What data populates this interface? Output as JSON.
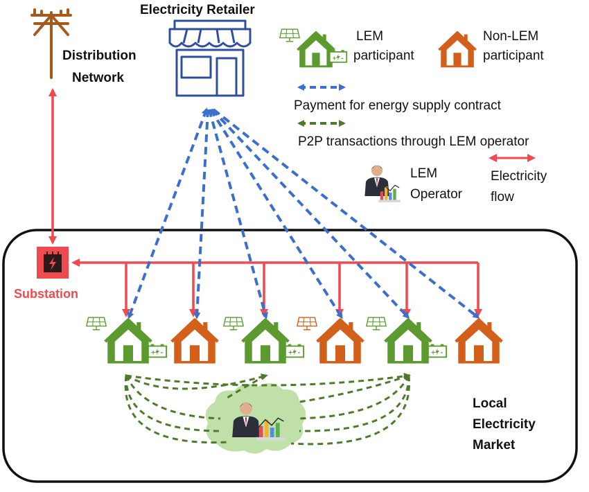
{
  "labels": {
    "distribution_network": [
      "Distribution",
      "Network"
    ],
    "electricity_retailer": "Electricity Retailer",
    "substation": "Substation",
    "local_market": [
      "Local",
      "Electricity",
      "Market"
    ]
  },
  "legend": {
    "lem_participant": [
      "LEM",
      "participant"
    ],
    "non_lem_participant": [
      "Non-LEM",
      "participant"
    ],
    "payment": "Payment for energy supply contract",
    "p2p": "P2P transactions through LEM operator",
    "lem_operator": [
      "LEM",
      "Operator"
    ],
    "electricity_flow": [
      "Electricity",
      "flow"
    ]
  },
  "houses": [
    {
      "type": "lem"
    },
    {
      "type": "non-lem"
    },
    {
      "type": "lem"
    },
    {
      "type": "non-lem"
    },
    {
      "type": "lem"
    },
    {
      "type": "non-lem"
    }
  ],
  "colors": {
    "lem_green": "#5a9a2e",
    "non_lem_orange": "#d2601a",
    "payment_blue": "#3a6fcf",
    "p2p_green": "#4f7a2b",
    "electricity_red": "#ef4a4f",
    "retailer_blue": "#2f4f9e",
    "pole_brown": "#a45a1c",
    "cloud_green": "#bfe0a8"
  }
}
